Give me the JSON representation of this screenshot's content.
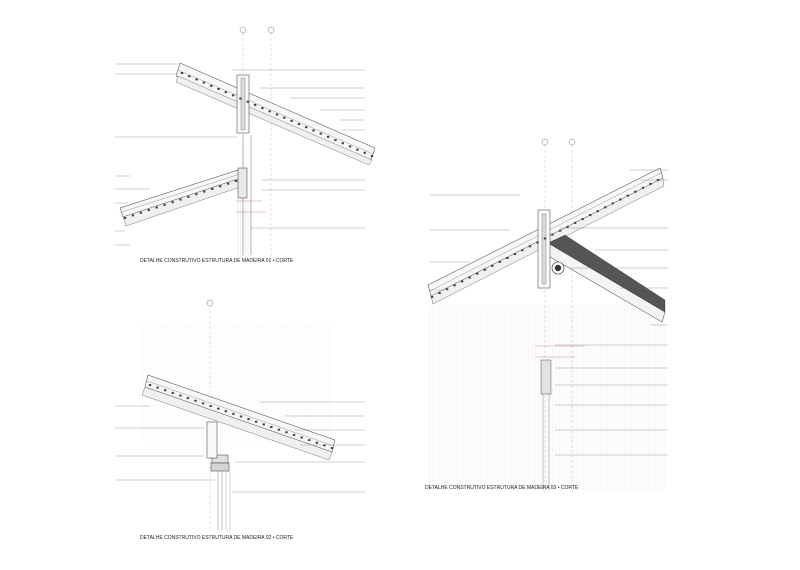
{
  "sheet": {
    "detail_1": {
      "title": "DETALHE CONSTRUTIVO ESTRUTURA DE MADEIRA 01 • CORTE"
    },
    "detail_2": {
      "title": "DETALHE CONSTRUTIVO ESTRUTURA DE MADEIRA 02 • CORTE"
    },
    "detail_3": {
      "title": "DETALHE CONSTRUTIVO ESTRUTURA DE MADEIRA 03 • CORTE"
    }
  },
  "colors": {
    "line": "#333333",
    "hatch": "#8a8a8a",
    "light": "#bdbdbd",
    "accent": "#d04040"
  }
}
